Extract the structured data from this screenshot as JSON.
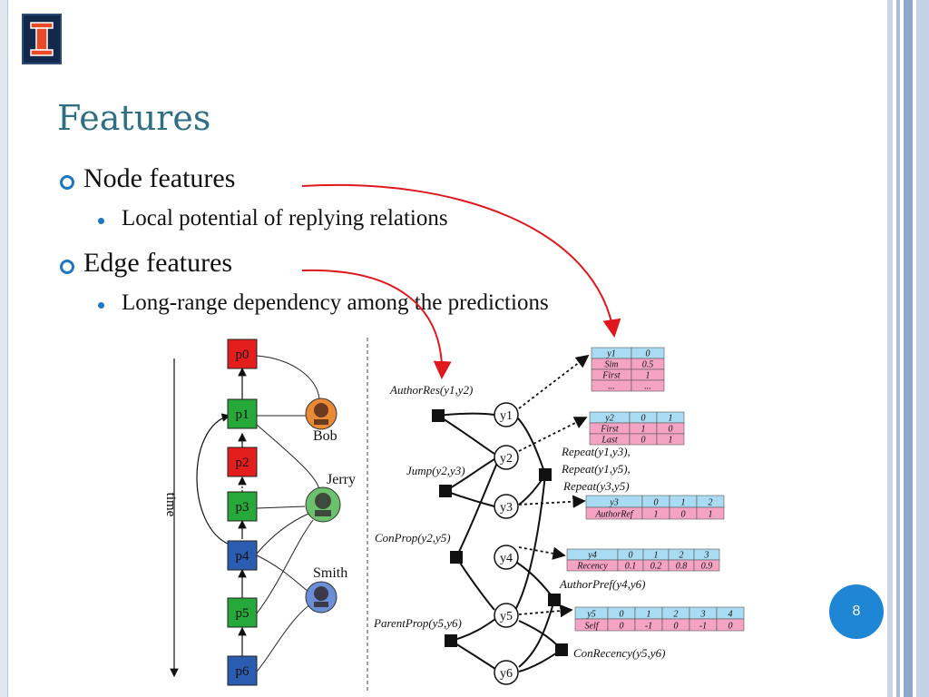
{
  "slide": {
    "title": "Features",
    "page_number": "8",
    "bullets": [
      {
        "text": "Node features",
        "sub": "Local potential of replying relations"
      },
      {
        "text": "Edge features",
        "sub": "Long-range dependency among the predictions"
      }
    ]
  },
  "colors": {
    "title": "#2f6f84",
    "bullet": "#1d78c1",
    "arrow": "#e0171c",
    "badge": "#1f86d6"
  },
  "left_diagram": {
    "time_label": "time",
    "posts": [
      {
        "label": "p0",
        "color": "#e41d1d"
      },
      {
        "label": "p1",
        "color": "#27a83a"
      },
      {
        "label": "p2",
        "color": "#e41d1d"
      },
      {
        "label": "p3",
        "color": "#27a83a"
      },
      {
        "label": "p4",
        "color": "#2a5db0"
      },
      {
        "label": "p5",
        "color": "#27a83a"
      },
      {
        "label": "p6",
        "color": "#2a5db0"
      }
    ],
    "users": [
      "Bob",
      "Jerry",
      "Smith"
    ]
  },
  "right_diagram": {
    "variables": [
      "y1",
      "y2",
      "y3",
      "y4",
      "y5",
      "y6"
    ],
    "factors": {
      "author_res": "AuthorRes(y1,y2)",
      "jump": "Jump(y2,y3)",
      "con_prop": "ConProp(y2,y5)",
      "parent_prop": "ParentProp(y5,y6)",
      "repeat": [
        "Repeat(y1,y3),",
        "Repeat(y1,y5),",
        "Repeat(y3,y5)"
      ],
      "author_pref": "AuthorPref(y4,y6)",
      "con_recency": "ConRecency(y5,y6)"
    },
    "tables": [
      {
        "rows": [
          [
            "y1",
            "0"
          ],
          [
            "Sim",
            "0.5"
          ],
          [
            "First",
            "1"
          ],
          [
            "...",
            "..."
          ]
        ]
      },
      {
        "rows": [
          [
            "y2",
            "0",
            "1"
          ],
          [
            "First",
            "1",
            "0"
          ],
          [
            "Last",
            "0",
            "1"
          ]
        ]
      },
      {
        "rows": [
          [
            "y3",
            "0",
            "1",
            "2"
          ],
          [
            "AuthorRef",
            "1",
            "0",
            "1"
          ]
        ]
      },
      {
        "rows": [
          [
            "y4",
            "0",
            "1",
            "2",
            "3"
          ],
          [
            "Recency",
            "0.1",
            "0.2",
            "0.8",
            "0.9"
          ]
        ]
      },
      {
        "rows": [
          [
            "y5",
            "0",
            "1",
            "2",
            "3",
            "4"
          ],
          [
            "Self",
            "0",
            "-1",
            "0",
            "-1",
            "0"
          ]
        ]
      }
    ]
  }
}
